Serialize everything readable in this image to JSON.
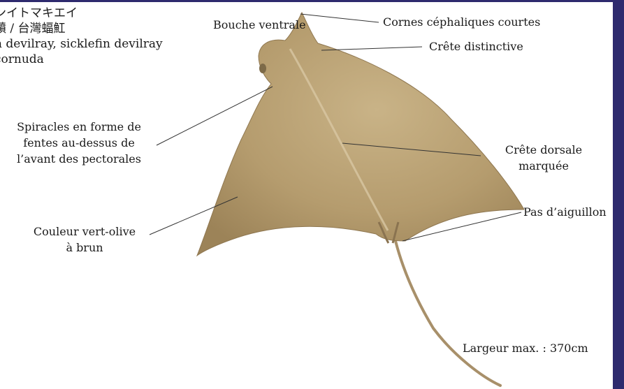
{
  "species_names": {
    "japanese": "ンイトマキエイ",
    "chinese": "鱝 / 台灣蝠魟",
    "english": "n devilray, sicklefin devilray",
    "latin": "cornuda"
  },
  "labels": {
    "bouche_ventrale": "Bouche ventrale",
    "cornes": "Cornes céphaliques courtes",
    "crete_distinctive": "Crête distinctive",
    "spiracles": [
      "Spiracles en forme de",
      "fentes au-dessus de",
      "l’avant des pectorales"
    ],
    "crete_dorsale": [
      "Crête dorsale",
      "marquée"
    ],
    "pas_aiguillon": "Pas d’aiguillon",
    "couleur": [
      "Couleur vert-olive",
      "à brun"
    ],
    "largeur": "Largeur max. : 370cm"
  },
  "colors": {
    "body": "#b59c6e",
    "body_dark": "#9c8358",
    "body_light": "#cdb88e",
    "accent_bar": "#2e2a6e",
    "leader_line": "#333333"
  }
}
